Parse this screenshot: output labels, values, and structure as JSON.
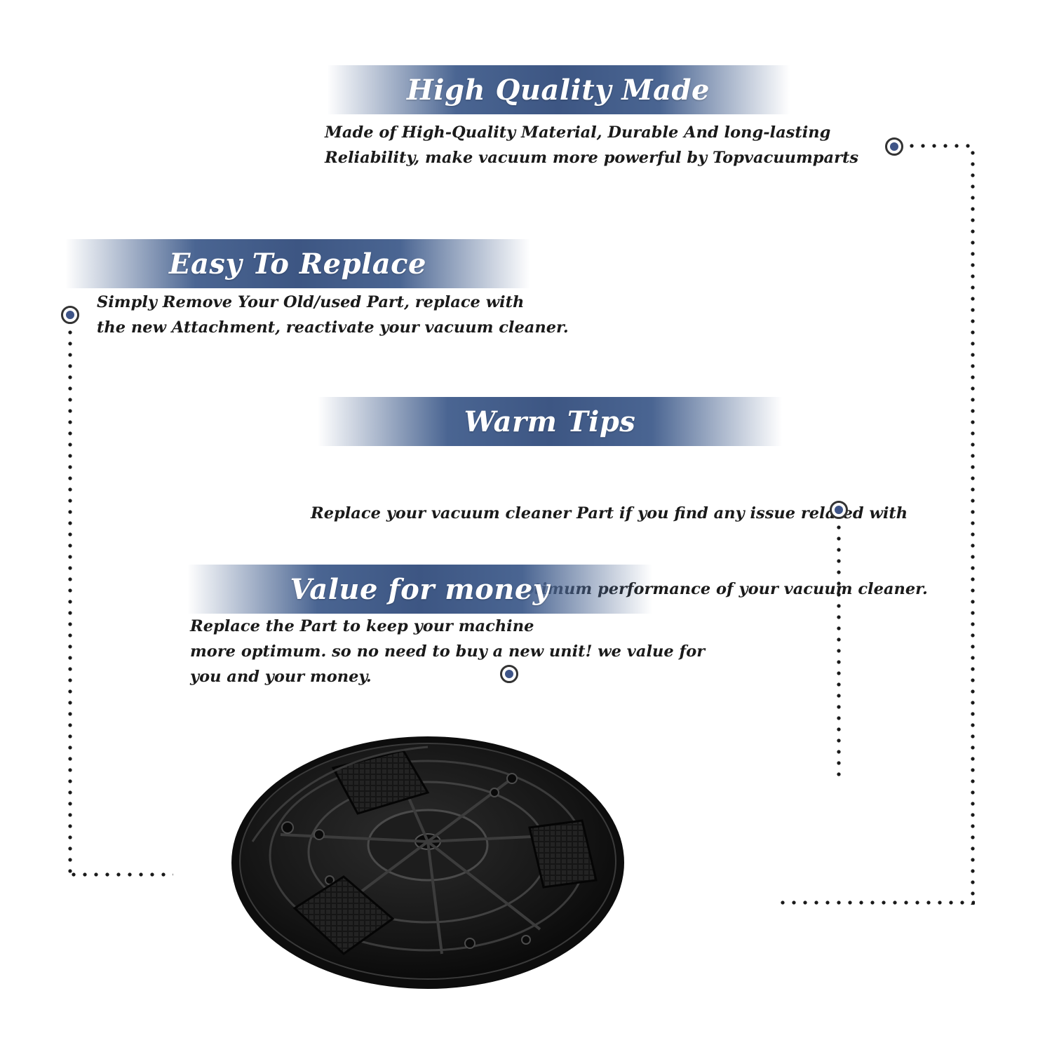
{
  "sections": [
    {
      "title": "High Quality Made",
      "lines": [
        "Made of  High-Quality Material, Durable And long-lasting",
        "Reliability, make vacuum more powerful by Topvacuumparts"
      ]
    },
    {
      "title": "Easy To Replace",
      "lines": [
        "Simply Remove Your Old/used Part, replace with",
        "the new Attachment, reactivate your vacuum cleaner."
      ]
    },
    {
      "title": "Warm Tips",
      "lines": [
        "Replace your vacuum cleaner Part if you find any issue related with",
        " attachment to ensure optimum performance of your vacuum cleaner."
      ]
    },
    {
      "title": "Value for money",
      "lines": [
        "Replace the Part to keep your machine",
        "more optimum. so no need to buy a new unit! we value for",
        "you and your money."
      ]
    }
  ],
  "colors": {
    "banner": "#3d5683",
    "marker": "#3e5487",
    "product": "#141414"
  },
  "icons": {
    "marker": "target-dot-icon",
    "product": "round-vacuum-base-plate"
  }
}
